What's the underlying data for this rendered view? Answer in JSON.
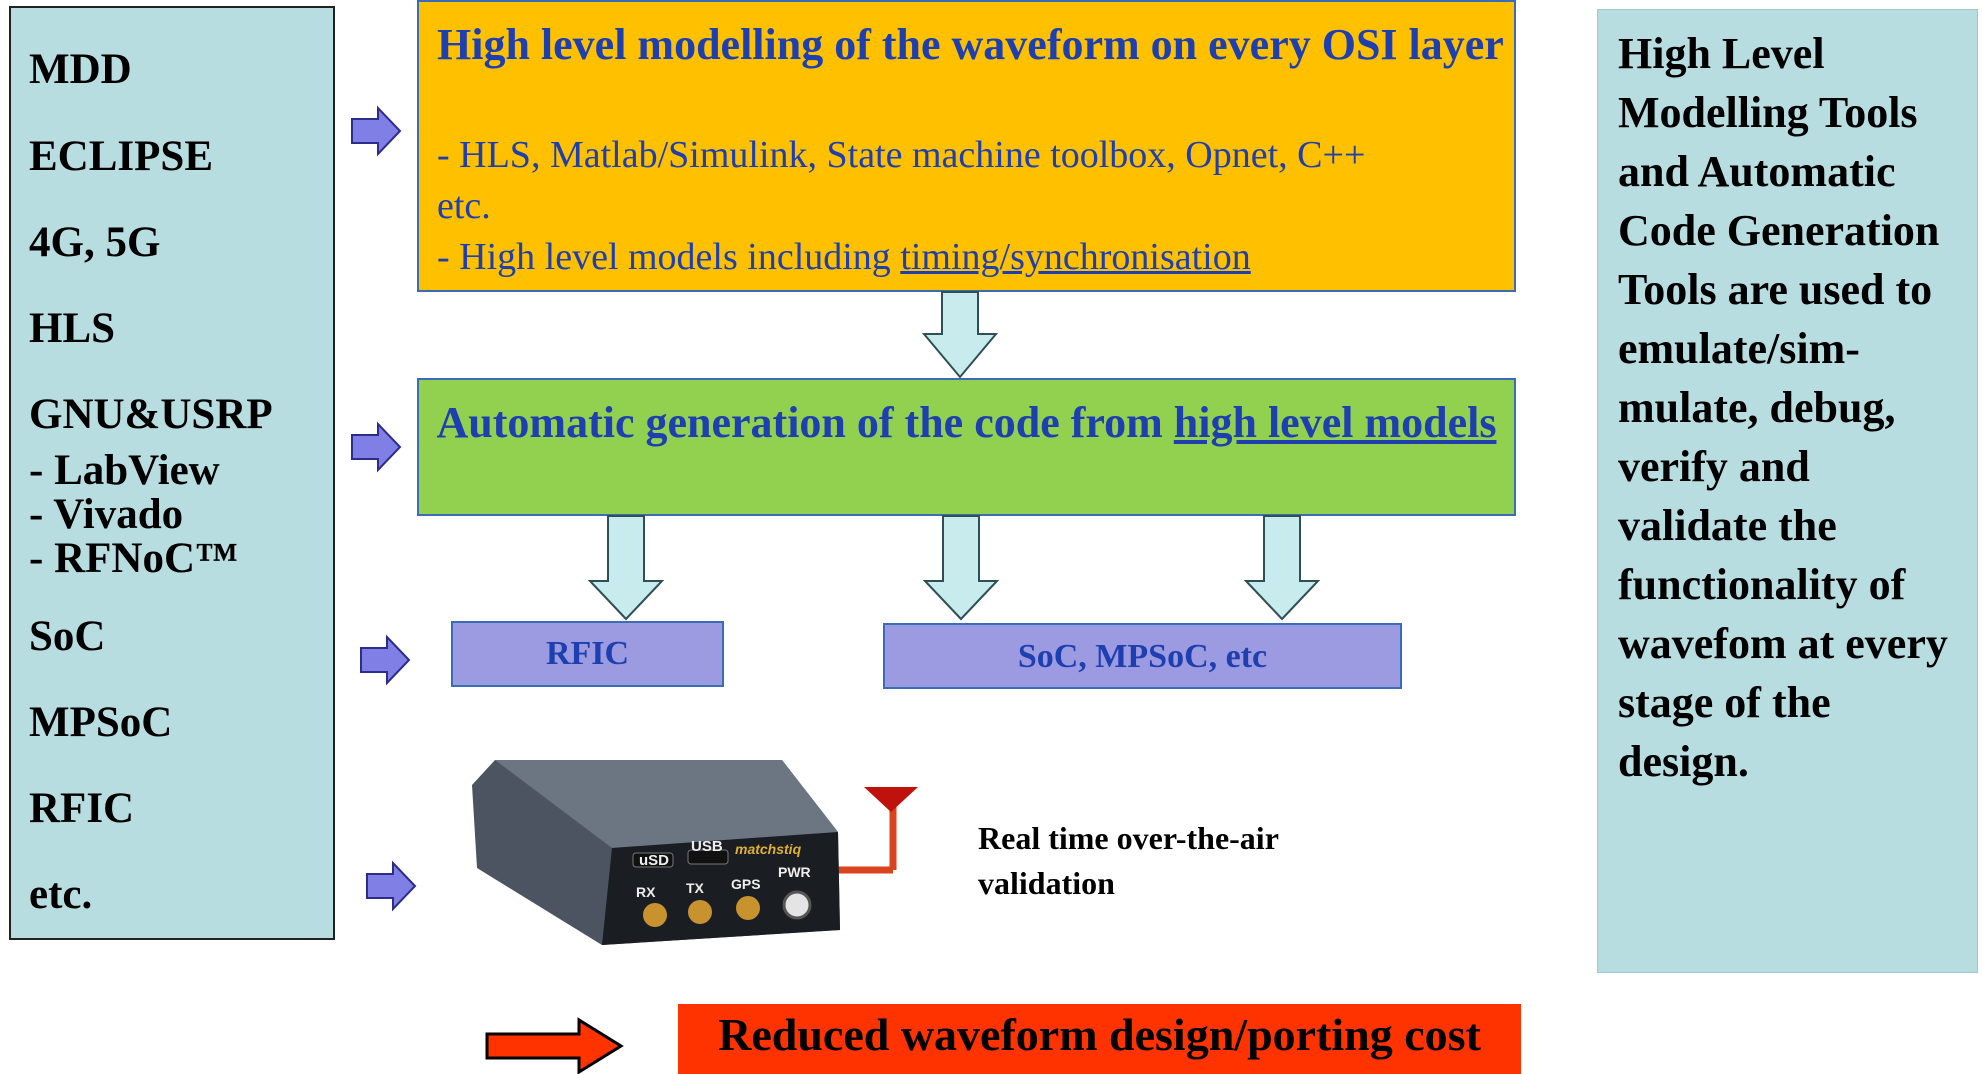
{
  "left_list": {
    "items": [
      "MDD",
      "ECLIPSE",
      "4G, 5G",
      "HLS",
      "GNU&USRP"
    ],
    "sub_items": [
      "-  LabView",
      "-  Vivado",
      "-  RFNoC™"
    ],
    "items_after": [
      "SoC",
      "MPSoC",
      "RFIC",
      "etc."
    ]
  },
  "top_box": {
    "title": "High level modelling of the waveform on every OSI layer",
    "line1": "- HLS, Matlab/Simulink, State machine toolbox, Opnet, C++",
    "line2": "etc.",
    "line3_prefix": "- High level models including ",
    "line3_link": "timing/synchronisation",
    "color": "#ffc000"
  },
  "green_box": {
    "text_prefix": "Automatic generation of the code from ",
    "text_link": "high level models",
    "color": "#92d050"
  },
  "rfic_box": {
    "label": "RFIC"
  },
  "soc_box": {
    "label": "SoC, MPSoC, etc"
  },
  "device": {
    "icon": "sdr-device-icon",
    "port_labels": [
      "uSD",
      "USB",
      "RX",
      "TX",
      "GPS",
      "PWR"
    ],
    "brand": "matchstiq",
    "caption": "Real time over-the-air validation"
  },
  "right_box": {
    "text": "High Level Modelling Tools and Automatic Code Generation Tools are used to emulate/sim-mulate, debug, verify and validate the functionality of wavefom at every stage of the design."
  },
  "bottom_box": {
    "text": "Reduced waveform design/porting cost",
    "color": "#ff3300"
  }
}
